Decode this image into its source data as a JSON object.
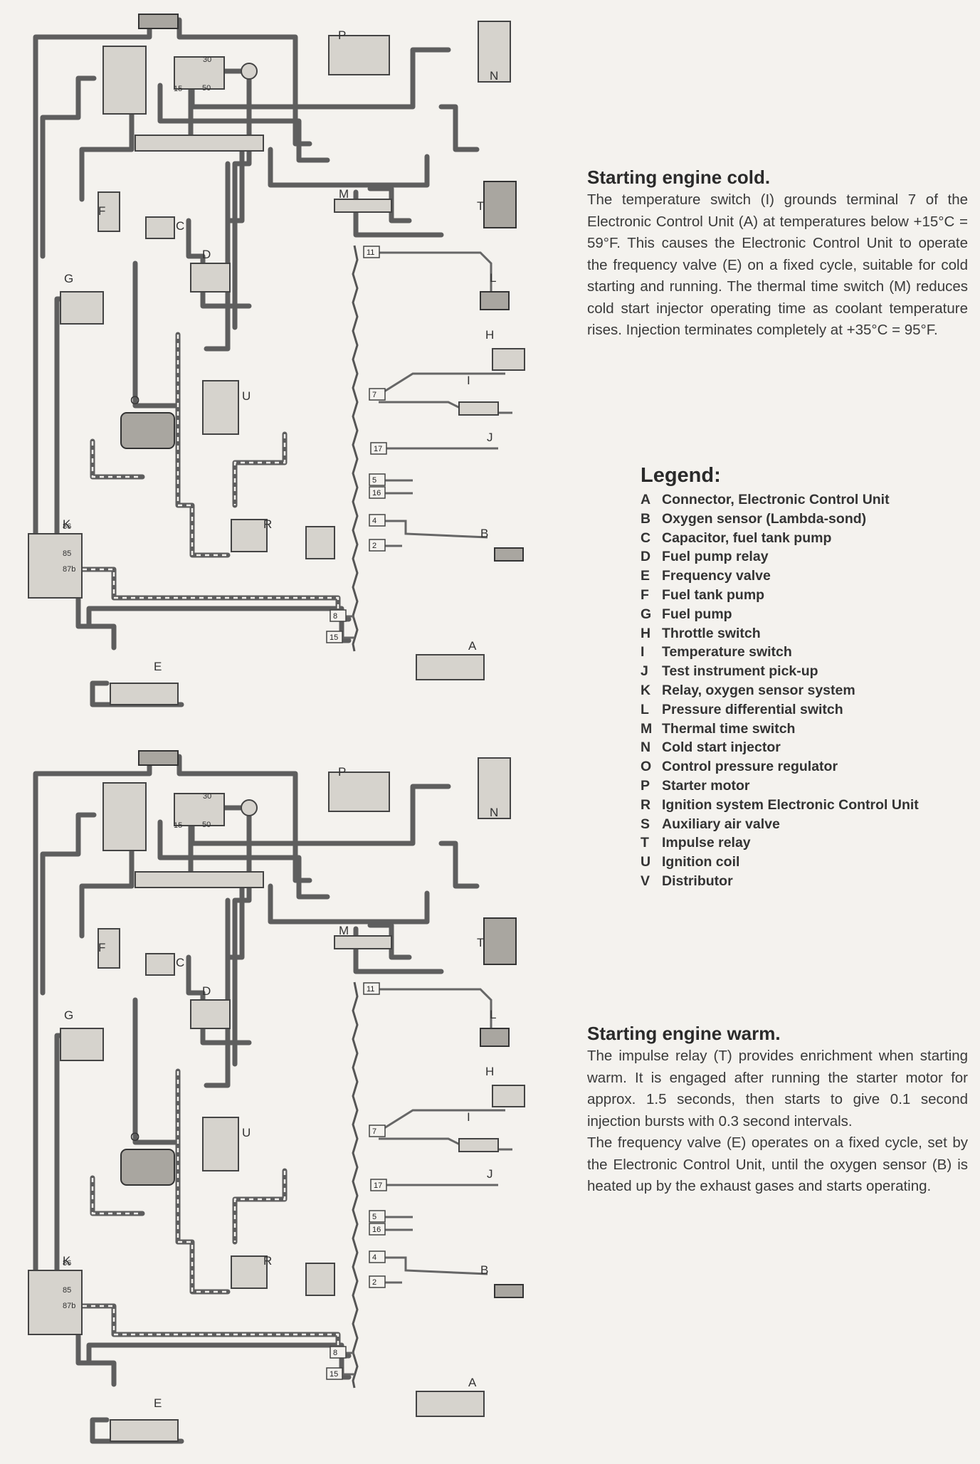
{
  "sections": {
    "cold": {
      "title": "Starting engine cold.",
      "body": "The temperature switch (I) grounds terminal 7 of the Electronic Control Unit (A) at temperatures below +15°C = 59°F. This causes the Electronic Control Unit to operate the frequency valve (E) on a fixed cycle, suitable for cold starting and running. The thermal time switch (M) reduces cold start injector operating time as coolant temperature rises. Injection terminates completely at +35°C = 95°F."
    },
    "warm": {
      "title": "Starting engine warm.",
      "body_1": "The impulse relay (T) provides enrichment when starting warm. It is engaged after running the starter motor for approx. 1.5 seconds, then starts to give 0.1 second injection bursts with 0.3 second intervals.",
      "body_2": "The frequency valve (E) operates on a fixed cycle, set by the Electronic Control Unit, until the oxygen sensor (B) is heated up by the exhaust gases and starts operating."
    }
  },
  "legend": {
    "title": "Legend:",
    "items": [
      {
        "key": "A",
        "label": "Connector, Electronic Control Unit"
      },
      {
        "key": "B",
        "label": "Oxygen sensor (Lambda-sond)"
      },
      {
        "key": "C",
        "label": "Capacitor, fuel tank pump"
      },
      {
        "key": "D",
        "label": "Fuel pump relay"
      },
      {
        "key": "E",
        "label": "Frequency valve"
      },
      {
        "key": "F",
        "label": "Fuel tank pump"
      },
      {
        "key": "G",
        "label": "Fuel pump"
      },
      {
        "key": "H",
        "label": "Throttle switch"
      },
      {
        "key": "I",
        "label": "Temperature switch"
      },
      {
        "key": "J",
        "label": "Test instrument pick-up"
      },
      {
        "key": "K",
        "label": "Relay, oxygen sensor system"
      },
      {
        "key": "L",
        "label": "Pressure differential switch"
      },
      {
        "key": "M",
        "label": "Thermal time switch"
      },
      {
        "key": "N",
        "label": "Cold start injector"
      },
      {
        "key": "O",
        "label": "Control pressure regulator"
      },
      {
        "key": "P",
        "label": "Starter motor"
      },
      {
        "key": "R",
        "label": "Ignition system Electronic Control Unit"
      },
      {
        "key": "S",
        "label": "Auxiliary air valve"
      },
      {
        "key": "T",
        "label": "Impulse relay"
      },
      {
        "key": "U",
        "label": "Ignition coil"
      },
      {
        "key": "V",
        "label": "Distributor"
      }
    ]
  },
  "diagram": {
    "component_labels": [
      "P",
      "N",
      "M",
      "T",
      "F",
      "C",
      "D",
      "G",
      "L",
      "H",
      "I",
      "J",
      "O",
      "U",
      "R",
      "K",
      "B",
      "E",
      "A"
    ],
    "terminals": [
      "30",
      "15",
      "50",
      "86",
      "85",
      "87b"
    ],
    "connector_pins": [
      "11",
      "7",
      "17",
      "5",
      "16",
      "4",
      "2",
      "8",
      "15"
    ]
  }
}
